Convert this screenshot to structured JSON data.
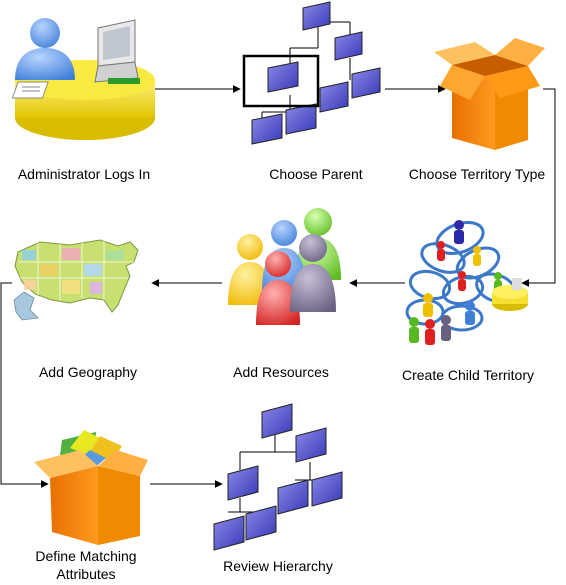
{
  "steps": [
    {
      "id": "admin",
      "label": "Administrator Logs In",
      "icon": "administrator-at-desk-icon"
    },
    {
      "id": "parent",
      "label": "Choose Parent",
      "icon": "hierarchy-select-parent-icon"
    },
    {
      "id": "type",
      "label": "Choose Territory Type",
      "icon": "open-box-icon"
    },
    {
      "id": "child",
      "label": "Create Child Territory",
      "icon": "territory-network-people-icon"
    },
    {
      "id": "resources",
      "label": "Add Resources",
      "icon": "people-group-icon"
    },
    {
      "id": "geography",
      "label": "Add Geography",
      "icon": "us-map-icon"
    },
    {
      "id": "matching",
      "label": "Define Matching Attributes",
      "icon": "box-with-blocks-icon"
    },
    {
      "id": "review",
      "label": "Review Hierarchy",
      "icon": "hierarchy-chart-icon"
    }
  ],
  "colors": {
    "hierarchy_node": "#5a5ad2",
    "box_orange": "#ff9400",
    "desk_yellow": "#f2df1a",
    "arrow": "#000000"
  }
}
